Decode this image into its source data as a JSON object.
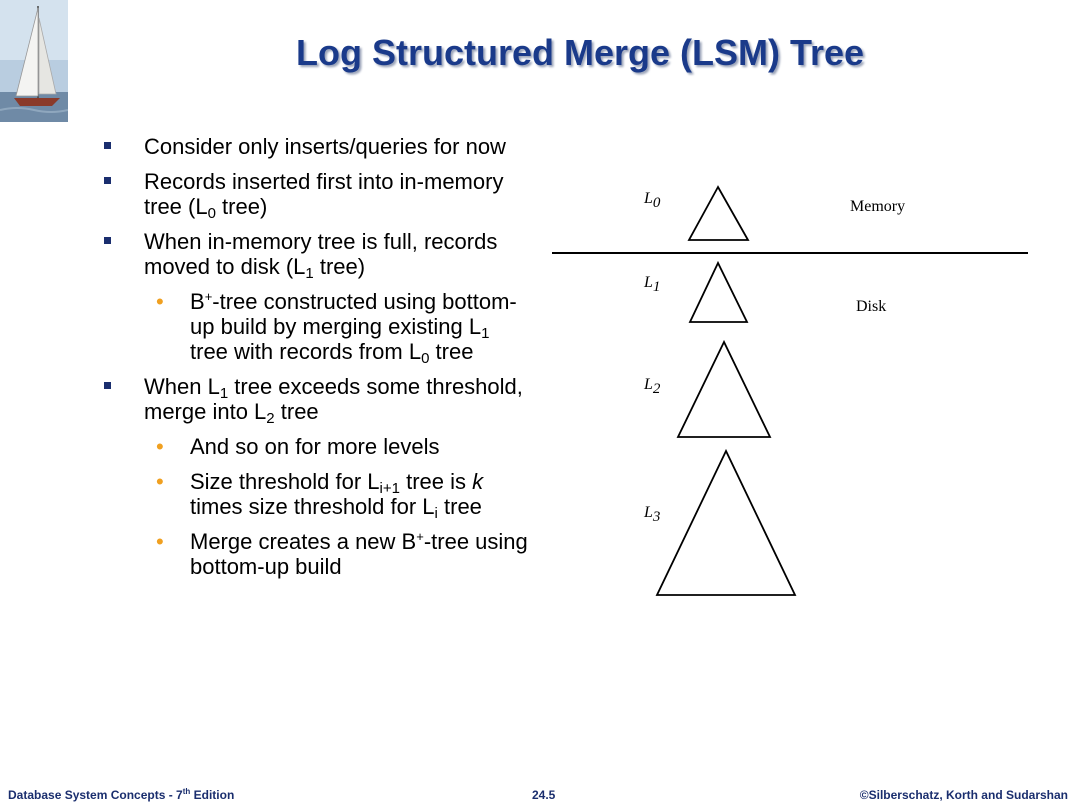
{
  "title": "Log Structured Merge (LSM) Tree",
  "bullets": {
    "b1": "Consider only inserts/queries for now",
    "b2_pre": "Records inserted first into in-memory tree (L",
    "b2_sub": "0",
    "b2_post": " tree)",
    "b3_pre": "When in-memory tree is full, records moved to disk (L",
    "b3_sub": "1",
    "b3_post": " tree)",
    "s1_a": "B",
    "s1_sup": "+",
    "s1_b": "-tree constructed using bottom-up build by merging existing L",
    "s1_sub1": "1",
    "s1_c": " tree with records from L",
    "s1_sub0": "0",
    "s1_d": " tree",
    "b4_a": "When L",
    "b4_sub1": "1",
    "b4_b": " tree exceeds some threshold, merge into L",
    "b4_sub2": "2",
    "b4_c": " tree",
    "s2": "And so on for more levels",
    "s3_a": "Size threshold for L",
    "s3_sub1": "i+1",
    "s3_b": " tree is ",
    "s3_k": "k",
    "s3_c": " times size threshold for L",
    "s3_sub2": "i",
    "s3_d": " tree",
    "s4_a": "Merge creates a new B",
    "s4_sup": "+",
    "s4_b": "-tree using bottom-up build"
  },
  "figure": {
    "l0": "L",
    "l0_sub": "0",
    "l1": "L",
    "l1_sub": "1",
    "l2": "L",
    "l2_sub": "2",
    "l3": "L",
    "l3_sub": "3",
    "memory": "Memory",
    "disk": "Disk"
  },
  "footer": {
    "left_a": "Database System Concepts - 7",
    "left_sup": "th",
    "left_b": " Edition",
    "center": "24.5",
    "right": "©Silberschatz, Korth and Sudarshan"
  },
  "colors": {
    "title": "#1a3a8a",
    "bullet": "#1a2e6e",
    "subbullet": "#f0a020"
  }
}
